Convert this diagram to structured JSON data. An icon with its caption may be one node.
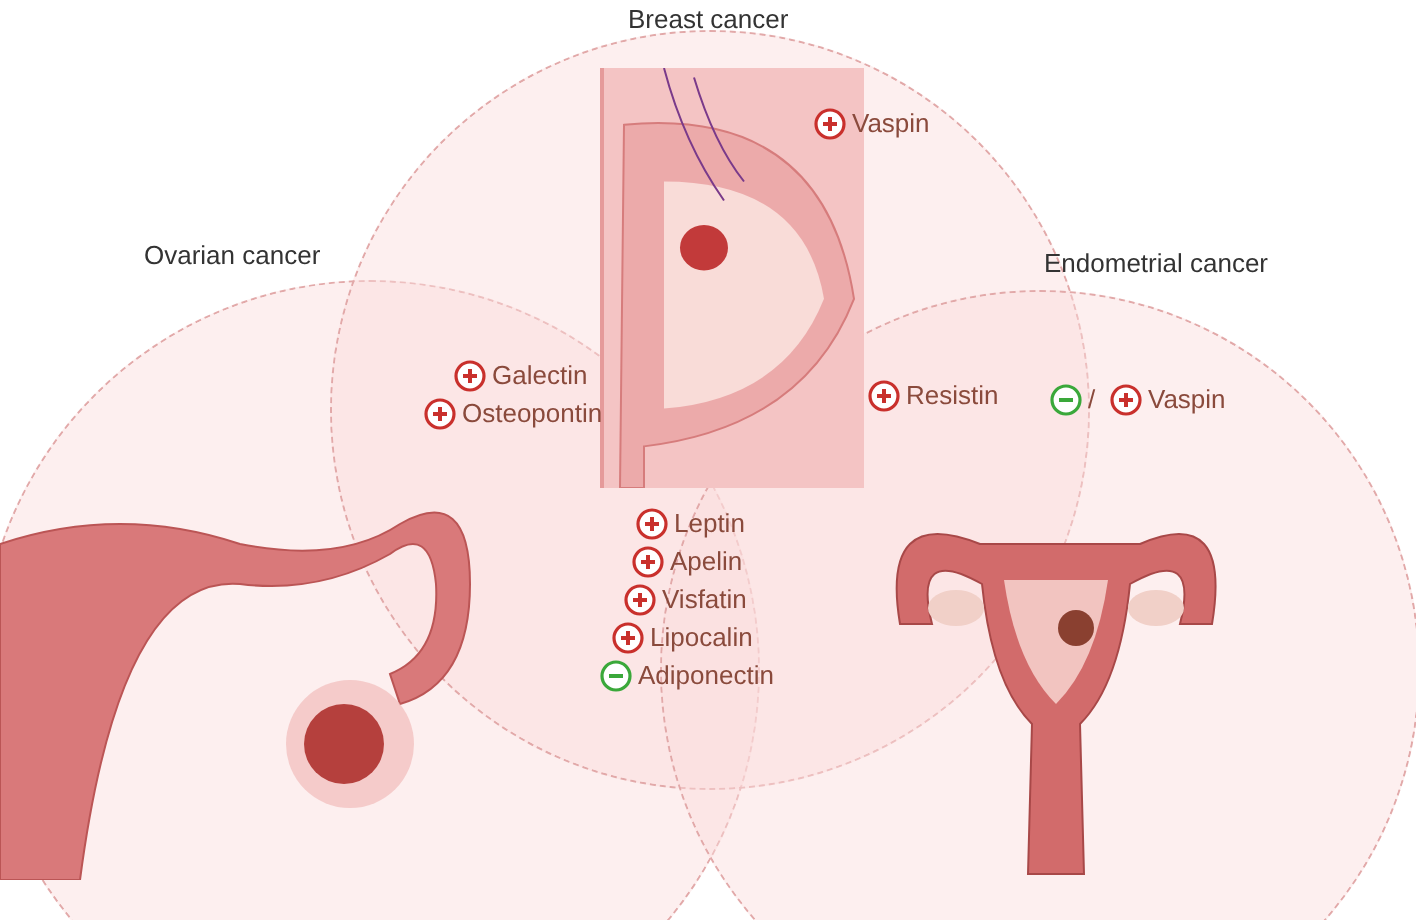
{
  "diagram": {
    "nodes": [
      {
        "text": [
          "Ovarian cancer"
        ]
      },
      {
        "text": [
          "Breast cancer"
        ]
      },
      {
        "text": [
          "Endometrial cancer"
        ]
      }
    ],
    "labels": [
      "Vaspin",
      "Galectin",
      "Osteopontin",
      "Resistin",
      "/",
      "Vaspin",
      "Leptin",
      "Apelin",
      "Visfatin",
      "Lipocalin",
      "Adiponectin"
    ]
  }
}
